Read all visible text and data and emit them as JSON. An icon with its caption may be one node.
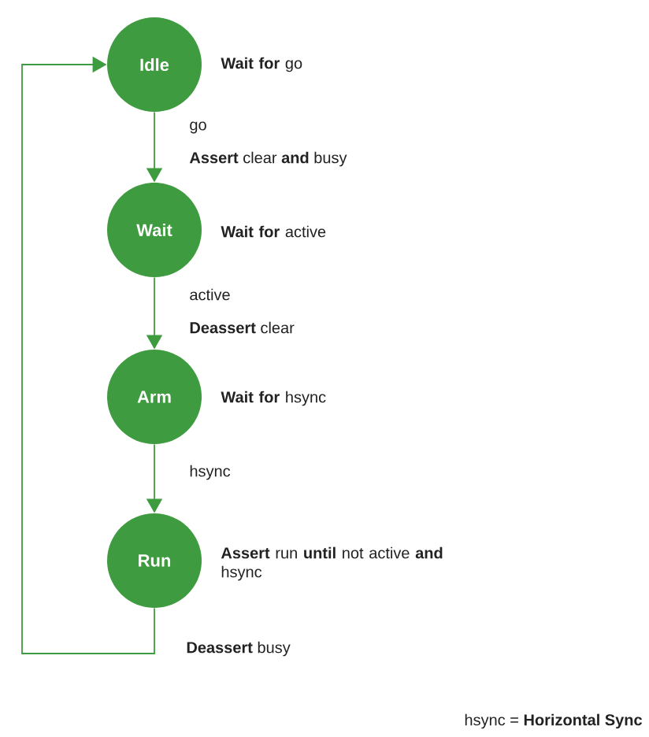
{
  "diagram": {
    "nodes": [
      {
        "text": [
          "Idle"
        ],
        "beside": [
          "**Wait for** go"
        ]
      },
      {
        "text": [
          "Wait"
        ],
        "beside": [
          "**Wait for** active"
        ]
      },
      {
        "text": [
          "Arm"
        ],
        "beside": [
          "**Wait for** hsync"
        ]
      },
      {
        "text": [
          "Run"
        ],
        "beside": [
          "**Assert** run **until** not active **and** hsync"
        ]
      }
    ],
    "edges": [
      {
        "from": 0,
        "to": 1,
        "arrow": "to",
        "label": "go"
      },
      {
        "from": 1,
        "to": 2,
        "arrow": "to",
        "label": "active"
      },
      {
        "from": 2,
        "to": 3,
        "arrow": "to",
        "label": "hsync"
      },
      {
        "from": 3,
        "to": 0,
        "arrow": "to"
      }
    ],
    "labels": [
      "**Assert** clear **and** busy",
      "**Deassert** clear",
      "**Deassert** busy",
      "hsync = **Horizontal Sync**"
    ]
  }
}
